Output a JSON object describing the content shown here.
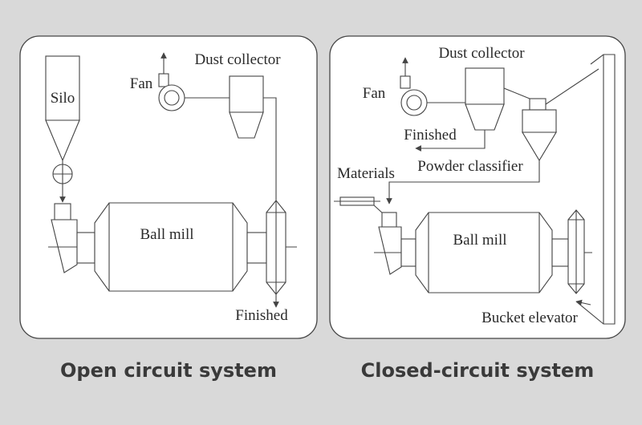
{
  "open_circuit": {
    "caption": "Open circuit system",
    "labels": {
      "silo": "Silo",
      "fan": "Fan",
      "dust_collector": "Dust collector",
      "ball_mill": "Ball mill",
      "finished": "Finished"
    }
  },
  "closed_circuit": {
    "caption": "Closed-circuit system",
    "labels": {
      "dust_collector": "Dust collector",
      "fan": "Fan",
      "finished": "Finished",
      "powder_classifier": "Powder classifier",
      "materials": "Materials",
      "ball_mill": "Ball mill",
      "bucket_elevator": "Bucket elevator"
    }
  }
}
